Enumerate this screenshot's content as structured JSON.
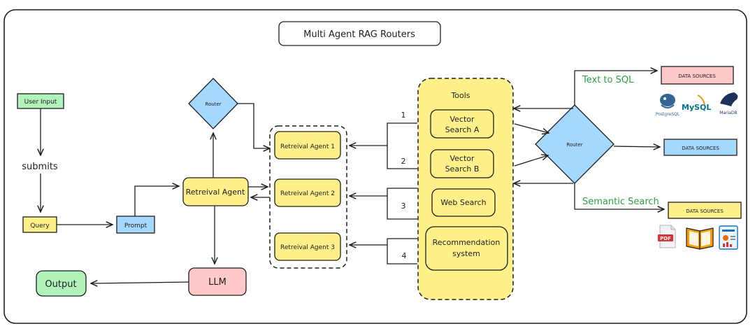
{
  "title": "Multi Agent RAG Routers",
  "nodes": {
    "user_input": "User Input",
    "submits": "submits",
    "query": "Query",
    "prompt": "Prompt",
    "router_top": "Router",
    "retrieval_agent_main": "Retreival Agent",
    "llm": "LLM",
    "output": "Output",
    "agent1": "Retreival Agent 1",
    "agent2": "Retreival Agent 2",
    "agent3": "Retreival Agent 3",
    "tools_title": "Tools",
    "vector_a_line1": "Vector",
    "vector_a_line2": "Search A",
    "vector_b_line1": "Vector",
    "vector_b_line2": "Search B",
    "web_search": "Web Search",
    "rec_line1": "Recommendation",
    "rec_line2": "system",
    "router_right": "Router",
    "ds1": "DATA SOURCES",
    "ds2": "DATA SOURCES",
    "ds3": "DATA SOURCES"
  },
  "edge_labels": {
    "n1": "1",
    "n2": "2",
    "n3": "3",
    "n4": "4",
    "text_to_sql": "Text to SQL",
    "semantic_search": "Semantic Search"
  },
  "logos": {
    "postgres": "PostgreSQL",
    "mysql": "MySQL",
    "mariadb": "MariaDB",
    "pdf": "PDF"
  },
  "colors": {
    "green": "#b2f2bb",
    "yellow": "#fff08a",
    "blue": "#a5d8ff",
    "pink": "#ffc9c9",
    "label_green": "#2f9e44"
  }
}
